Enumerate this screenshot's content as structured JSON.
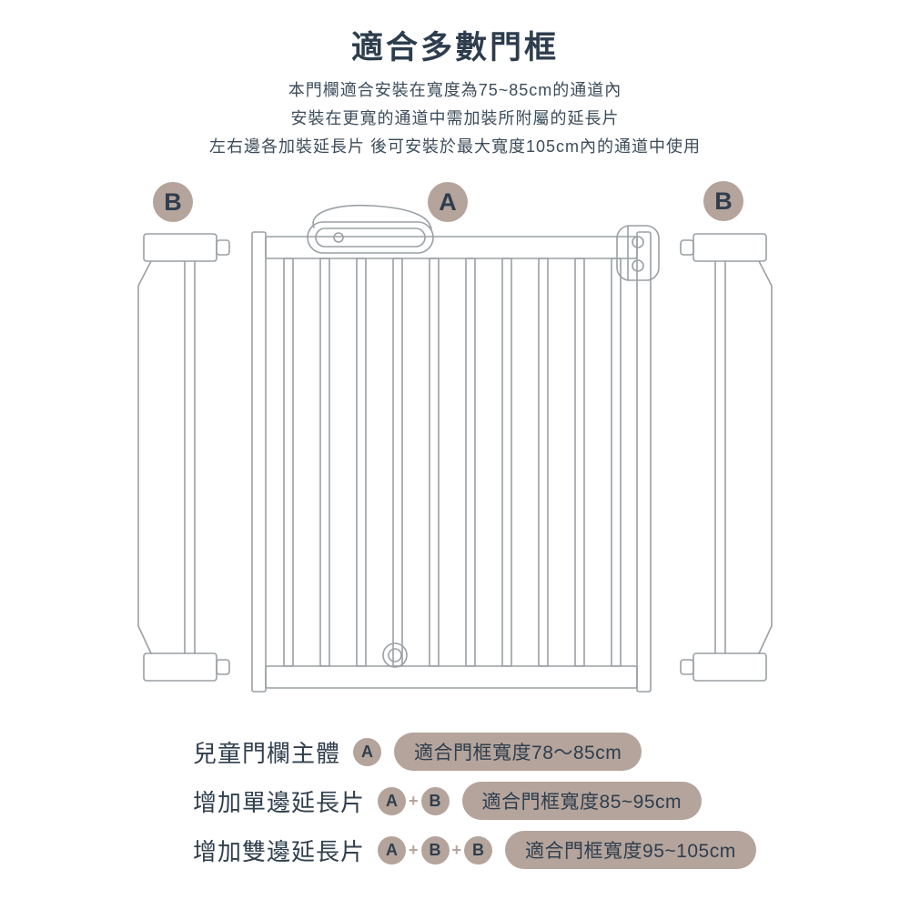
{
  "page": {
    "title": "適合多數門框",
    "description_lines": [
      "本門欄適合安裝在寬度為75~85cm的通道內",
      "安裝在更寬的通道中需加裝所附屬的延長片",
      "左右邊各加裝延長片 後可安裝於最大寬度105cm內的通道中使用"
    ]
  },
  "diagram": {
    "labels": {
      "left": "B",
      "center": "A",
      "right": "B"
    }
  },
  "legend": {
    "plus": "+",
    "rows": [
      {
        "name": "兒童門欄主體",
        "badges": [
          "A"
        ],
        "spec": "適合門框寬度78〜85cm"
      },
      {
        "name": "增加單邊延長片",
        "badges": [
          "A",
          "B"
        ],
        "spec": "適合門框寬度85~95cm"
      },
      {
        "name": "增加雙邊延長片",
        "badges": [
          "A",
          "B",
          "B"
        ],
        "spec": "適合門框寬度95~105cm"
      }
    ]
  },
  "colors": {
    "accent_tan": "#b4a49b",
    "text_dark": "#2f3e4e",
    "line_gray": "#9aa0a4"
  }
}
